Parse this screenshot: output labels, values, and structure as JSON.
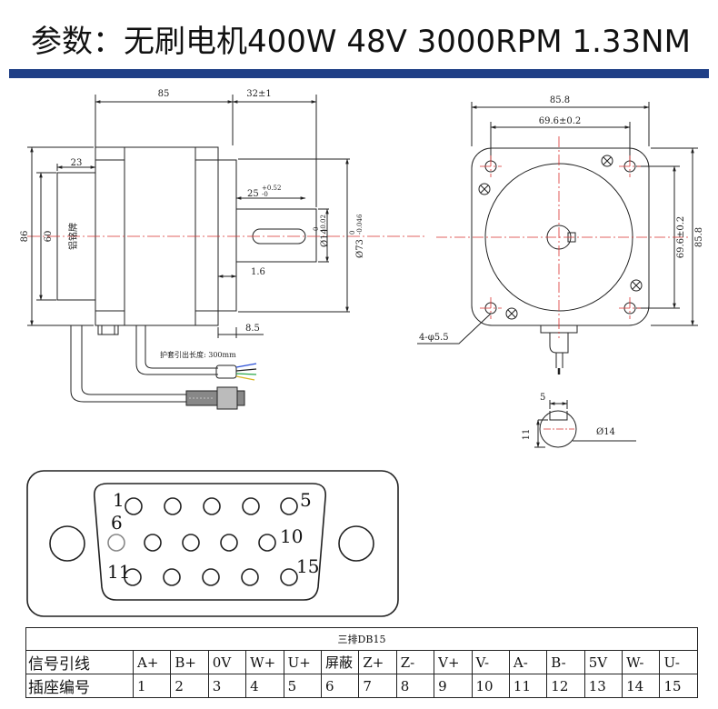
{
  "title": "参数：无刷电机400W 48V 3000RPM 1.33NM",
  "colors": {
    "accent_bar": "#1f3f86",
    "centerline": "#d9302f",
    "line": "#222222"
  },
  "side_view": {
    "dim_body_length": "85",
    "dim_shaft_length": "32±1",
    "dim_label_width": "23",
    "dim_height_outer": "86",
    "dim_height_inner": "60",
    "label_text": "铝铭牌",
    "dim_key_length": "25",
    "dim_key_tol_upper": "+0.52",
    "dim_key_tol_lower": "-0",
    "dim_shaft_dia": "Ø14",
    "dim_shaft_dia_tol_upper": "0",
    "dim_shaft_dia_tol_lower": "-0.02",
    "dim_pilot_dia": "Ø73",
    "dim_pilot_tol_upper": "0",
    "dim_pilot_tol_lower": "-0.046",
    "dim_flange": "1.6",
    "dim_spigot": "8.5",
    "cable_note": "护套引出长度: 300mm"
  },
  "front_view": {
    "dim_width_outer": "85.8",
    "dim_hole_spacing_h": "69.6±0.2",
    "dim_hole_spacing_v": "69.6±0.2",
    "dim_height_outer": "85.8",
    "hole_callout": "4-φ5.5"
  },
  "shaft_detail": {
    "dim_key_width": "5",
    "dim_key_depth": "11",
    "dim_dia": "Ø14"
  },
  "connector": {
    "pin_label_1": "1",
    "pin_label_5": "5",
    "pin_label_6": "6",
    "pin_label_10": "10",
    "pin_label_11": "11",
    "pin_label_15": "15"
  },
  "pin_table": {
    "caption": "三排DB15",
    "signal_label": "信号引线",
    "pin_label": "插座编号",
    "signals": [
      "A+",
      "B+",
      "0V",
      "W+",
      "U+",
      "屏蔽",
      "Z+",
      "Z-",
      "V+",
      "V-",
      "A-",
      "B-",
      "5V",
      "W-",
      "U-"
    ],
    "pins": [
      "1",
      "2",
      "3",
      "4",
      "5",
      "6",
      "7",
      "8",
      "9",
      "10",
      "11",
      "12",
      "13",
      "14",
      "15"
    ]
  }
}
